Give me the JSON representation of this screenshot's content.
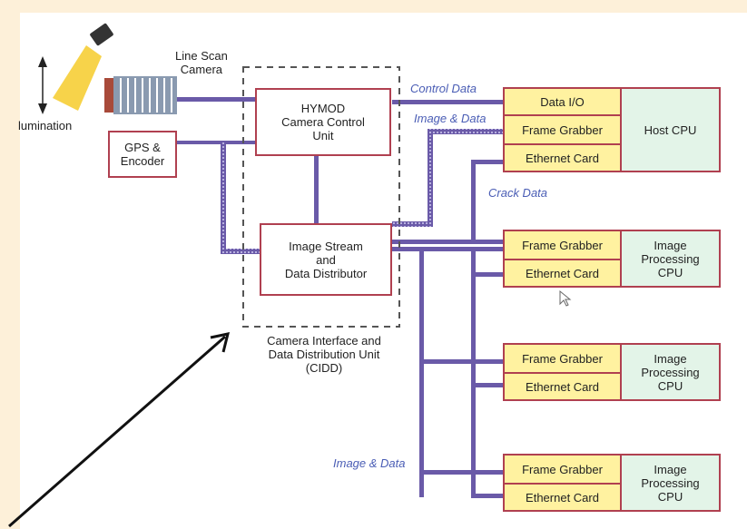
{
  "labels": {
    "line_scan_camera": "Line Scan\nCamera",
    "illumination": "lumination",
    "gps_encoder": "GPS &\nEncoder",
    "hymod": "HYMOD\nCamera Control\nUnit",
    "image_stream": "Image Stream\nand\nData Distributor",
    "cidd": "Camera Interface and\nData Distribution Unit\n(CIDD)",
    "data_io": "Data I/O",
    "frame_grabber": "Frame Grabber",
    "ethernet_card": "Ethernet Card",
    "host_cpu": "Host CPU",
    "image_processing_cpu": "Image\nProcessing\nCPU"
  },
  "flow_labels": {
    "control_data": "Control Data",
    "image_data_top": "Image & Data",
    "crack_data": "Crack Data",
    "image_data_bottom": "Image & Data"
  },
  "colors": {
    "line": "#6a5aa8",
    "box_border": "#b04050",
    "yellow_fill": "#fff2a0",
    "green_fill": "#e3f4e8",
    "flow_label": "#4a5db5",
    "background": "#fdf0d9"
  }
}
